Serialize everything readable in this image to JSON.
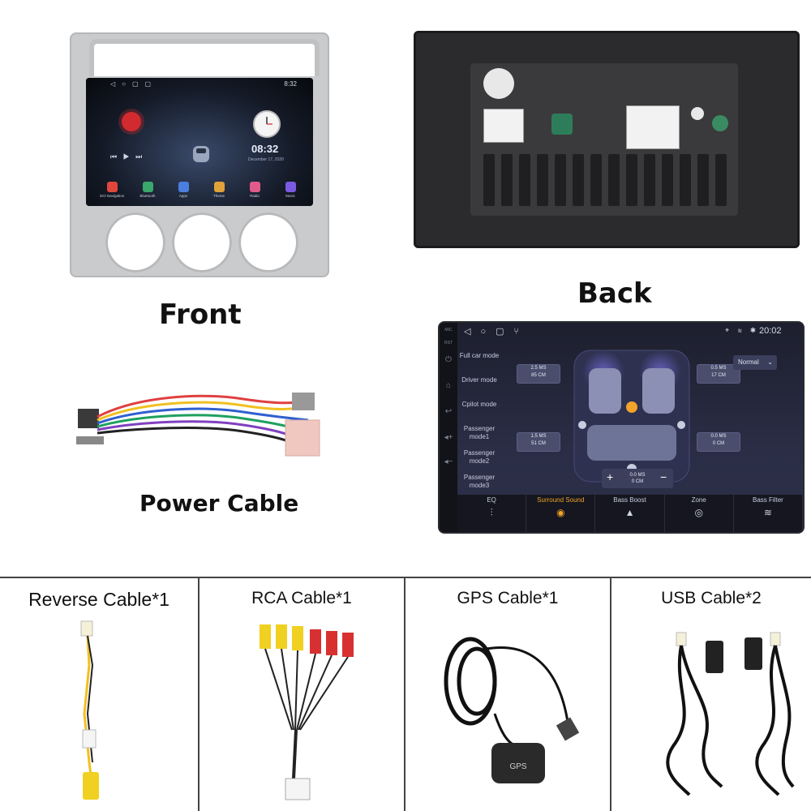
{
  "labels": {
    "front": "Front",
    "back": "Back",
    "power_cable": "Power Cable"
  },
  "front_screen": {
    "status_time": "8:32",
    "clock_time": "08:32",
    "date": "December 17, 2020",
    "dock": [
      {
        "label": "iGO Navigation",
        "icon": "navigation-icon",
        "color": "#e0463c"
      },
      {
        "label": "Bluetooth",
        "icon": "phone-icon",
        "color": "#3aa76d"
      },
      {
        "label": "Apps",
        "icon": "apps-icon",
        "color": "#4a7fe0"
      },
      {
        "label": "Theme",
        "icon": "theme-icon",
        "color": "#e0a23a"
      },
      {
        "label": "Radio",
        "icon": "radio-icon",
        "color": "#e05a8a"
      },
      {
        "label": "Music",
        "icon": "music-icon",
        "color": "#7a5ae0"
      }
    ]
  },
  "surround_screen": {
    "time": "20:02",
    "side_labels": [
      "MIC",
      "RST"
    ],
    "menu": [
      "Full car mode",
      "Driver mode",
      "Cpilot mode",
      "Passenger mode1",
      "Passenger mode2",
      "Passenger mode3"
    ],
    "preset": "Normal",
    "speakers": {
      "front_left": {
        "ms": "2.5 MS",
        "cm": "85 CM"
      },
      "front_right": {
        "ms": "0.5 MS",
        "cm": "17 CM"
      },
      "rear_left": {
        "ms": "1.5 MS",
        "cm": "51 CM"
      },
      "rear_right": {
        "ms": "0.0 MS",
        "cm": "0 CM"
      },
      "sub": {
        "ms": "0.0 MS",
        "cm": "0 CM"
      }
    },
    "stepper": {
      "plus": "+",
      "minus": "−"
    },
    "tabs": [
      {
        "label": "EQ",
        "icon": "eq-sliders-icon",
        "glyph": "⫶"
      },
      {
        "label": "Surround Sound",
        "icon": "surround-icon",
        "glyph": "◉"
      },
      {
        "label": "Bass Boost",
        "icon": "bass-boost-icon",
        "glyph": "▲"
      },
      {
        "label": "Zone",
        "icon": "zone-icon",
        "glyph": "◎"
      },
      {
        "label": "Bass Filter",
        "icon": "bass-filter-icon",
        "glyph": "≋"
      }
    ],
    "active_tab": "Surround Sound",
    "accent": "#f2a32a"
  },
  "accessories": [
    {
      "title": "Reverse Cable*1"
    },
    {
      "title": "RCA Cable*1"
    },
    {
      "title": "GPS Cable*1"
    },
    {
      "title": "USB Cable*2"
    }
  ],
  "gps_label": "GPS"
}
